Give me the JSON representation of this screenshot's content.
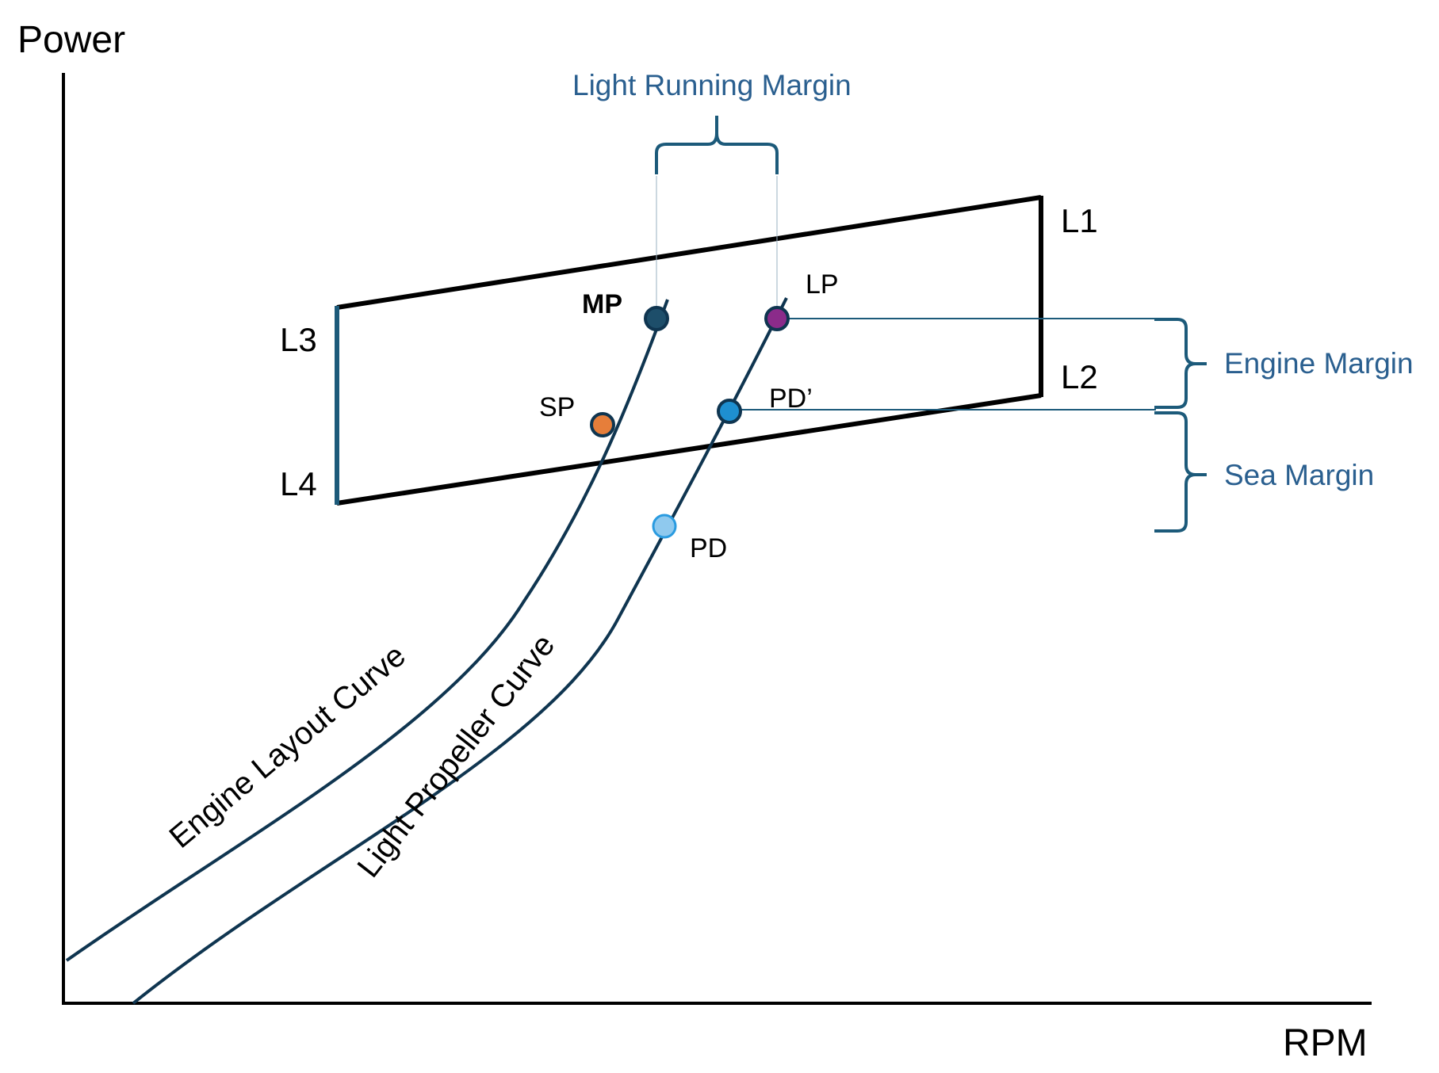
{
  "axes": {
    "y_label": "Power",
    "x_label": "RPM"
  },
  "layout_corners": {
    "l1": "L1",
    "l2": "L2",
    "l3": "L3",
    "l4": "L4"
  },
  "points": {
    "mp": {
      "label": "MP",
      "color": "#1d4e6a"
    },
    "lp": {
      "label": "LP",
      "color": "#8b2b8a"
    },
    "sp": {
      "label": "SP",
      "color": "#e67e3a"
    },
    "pd_prime": {
      "label": "PD’",
      "color": "#1e8fd0"
    },
    "pd": {
      "label": "PD",
      "color": "#8fc9ee"
    }
  },
  "margins": {
    "light_running": "Light Running Margin",
    "engine": "Engine Margin",
    "sea": "Sea Margin"
  },
  "curves": {
    "engine_layout": "Engine Layout Curve",
    "light_propeller": "Light Propeller Curve"
  },
  "colors": {
    "line": "#000000",
    "curve": "#0f3550",
    "accent": "#2a5f8f",
    "l3_l4_edge": "#1c5a7a"
  }
}
